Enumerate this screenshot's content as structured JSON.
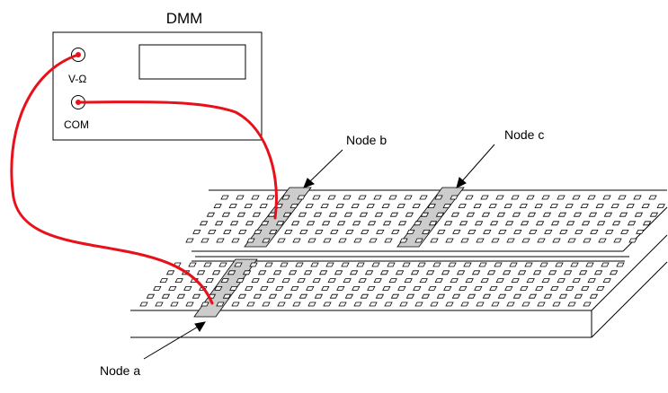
{
  "meter": {
    "title": "DMM",
    "terminal_v": "V-Ω",
    "terminal_com": "COM"
  },
  "nodes": {
    "a": "Node a",
    "b": "Node b",
    "c": "Node c"
  },
  "colors": {
    "wire": "#e8101a",
    "highlight": "#cccccc",
    "line": "#000000"
  }
}
